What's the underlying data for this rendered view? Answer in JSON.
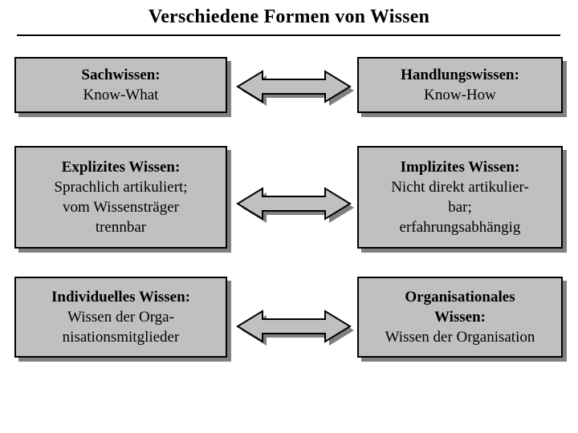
{
  "title": "Verschiedene Formen von Wissen",
  "colors": {
    "box_fill": "#c0c0c0",
    "box_border": "#000000",
    "box_shadow": "#808080",
    "arrow_fill": "#c0c0c0",
    "arrow_outline": "#000000",
    "arrow_shadow": "#808080",
    "background": "#ffffff",
    "text": "#000000"
  },
  "rows": [
    {
      "left": {
        "heading": "Sachwissen:",
        "body": "Know-What"
      },
      "connector": "double-headed-arrow",
      "right": {
        "heading": "Handlungswissen:",
        "body": "Know-How"
      }
    },
    {
      "left": {
        "heading": "Explizites Wissen:",
        "body": "Sprachlich artikuliert;\nvom Wissensträger\ntrennbar"
      },
      "connector": "double-headed-arrow",
      "right": {
        "heading": "Implizites Wissen:",
        "body": "Nicht direkt artikulier-\nbar;\nerfahrungsabhängig"
      }
    },
    {
      "left": {
        "heading": "Individuelles Wissen:",
        "body": "Wissen der Orga-\nnisationsmitglieder"
      },
      "connector": "double-headed-arrow",
      "right": {
        "heading": "Organisationales\nWissen:",
        "body": "Wissen der Organisation"
      }
    }
  ]
}
